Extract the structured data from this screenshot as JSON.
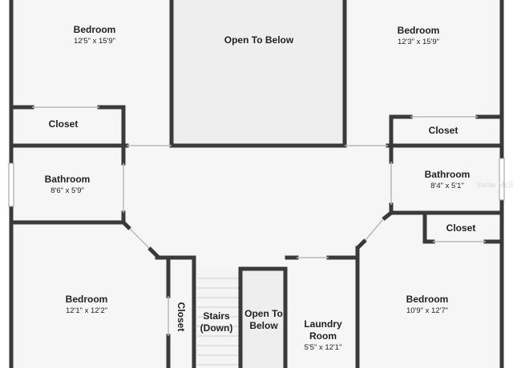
{
  "colors": {
    "wall": "#3a3a3a",
    "floor": "#f6f6f6",
    "open_to_below": "#eeeeee",
    "stairs": "#f4f4f4",
    "window": "#ffffff"
  },
  "rooms": {
    "bedroom_top_left": {
      "name": "Bedroom",
      "dims": "12'5\" x 15'9\""
    },
    "open_to_below_top": {
      "name": "Open To Below"
    },
    "bedroom_top_right": {
      "name": "Bedroom",
      "dims": "12'3\" x 15'9\""
    },
    "closet_left": {
      "name": "Closet"
    },
    "closet_right_upper": {
      "name": "Closet"
    },
    "bathroom_left": {
      "name": "Bathroom",
      "dims": "8'6\" x 5'9\""
    },
    "bathroom_right": {
      "name": "Bathroom",
      "dims": "8'4\" x 5'1\""
    },
    "closet_right_lower": {
      "name": "Closet"
    },
    "bedroom_bottom_left": {
      "name": "Bedroom",
      "dims": "12'1\" x 12'2\""
    },
    "closet_vertical": {
      "name": "Closet"
    },
    "stairs": {
      "line1": "Stairs",
      "line2": "(Down)"
    },
    "open_to_below_small": {
      "line1": "Open To",
      "line2": "Below"
    },
    "laundry": {
      "line1": "Laundry",
      "line2": "Room",
      "dims": "5'5\" x 12'1\""
    },
    "bedroom_bottom_right": {
      "name": "Bedroom",
      "dims": "10'9\" x 12'7\""
    }
  },
  "watermark": "Stellar MLS"
}
